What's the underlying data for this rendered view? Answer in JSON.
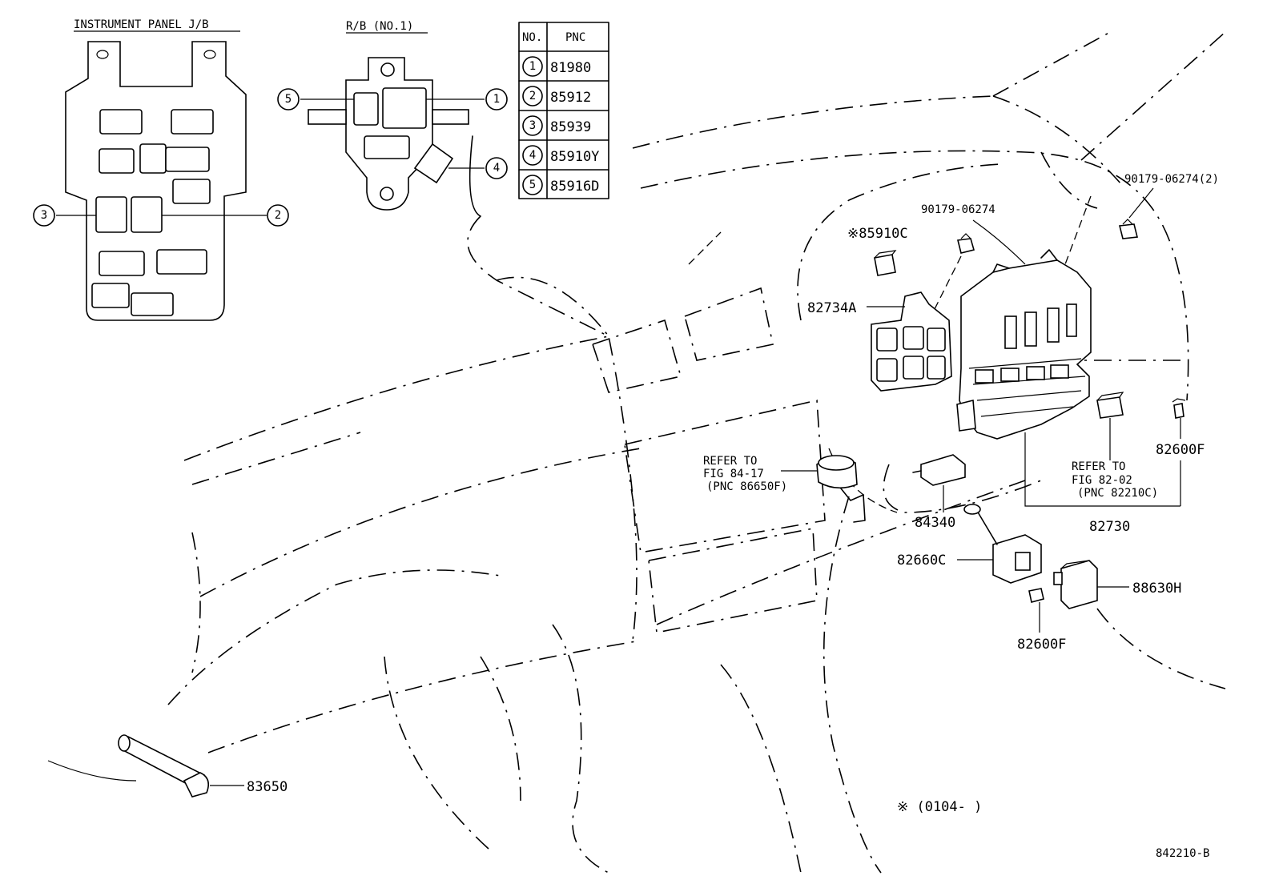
{
  "headers": {
    "instrument_panel": "INSTRUMENT PANEL J/B",
    "relay_block": "R/B (NO.1)"
  },
  "pnc_table": {
    "col_no": "NO.",
    "col_pnc": "PNC",
    "rows": [
      {
        "no": "1",
        "pnc": "81980"
      },
      {
        "no": "2",
        "pnc": "85912"
      },
      {
        "no": "3",
        "pnc": "85939"
      },
      {
        "no": "4",
        "pnc": "85910Y"
      },
      {
        "no": "5",
        "pnc": "85916D"
      }
    ]
  },
  "callouts": {
    "jb_left": "3",
    "jb_right": "2",
    "rb_left": "5",
    "rb_right_top": "1",
    "rb_right_bottom": "4"
  },
  "labels": {
    "p85910c": "※85910C",
    "p90179_a": "90179-06274",
    "p90179_b": "90179-06274(2)",
    "p82734a": "82734A",
    "refer1_l1": "REFER TO",
    "refer1_l2": "FIG 84-17",
    "refer1_l3": "(PNC 86650F)",
    "p84340": "84340",
    "refer2_l1": "REFER TO",
    "refer2_l2": "FIG 82-02",
    "refer2_l3": "(PNC 82210C)",
    "p82600f_a": "82600F",
    "p82730": "82730",
    "p82660c": "82660C",
    "p88630h": "88630H",
    "p82600f_b": "82600F",
    "p83650": "83650",
    "note": "※ (0104-      )",
    "figure_id": "842210-B"
  }
}
